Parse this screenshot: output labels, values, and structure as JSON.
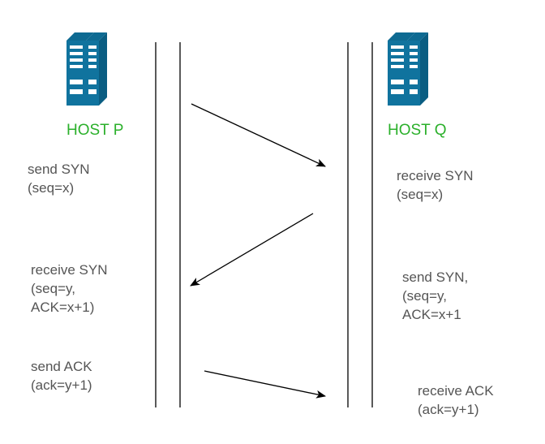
{
  "colors": {
    "host_label": "#2bb02b",
    "server_blue": "#10739e",
    "server_light": "#ffffff",
    "line": "#000000",
    "text": "#555555"
  },
  "hosts": {
    "p": {
      "label": "HOST P",
      "icon": "server-icon"
    },
    "q": {
      "label": "HOST Q",
      "icon": "server-icon"
    }
  },
  "steps": {
    "p_send_syn": {
      "lines": [
        "send SYN",
        "(seq=x)"
      ]
    },
    "q_receive_syn": {
      "lines": [
        "receive SYN",
        "(seq=x)"
      ]
    },
    "p_receive_syn": {
      "lines": [
        "receive SYN",
        "(seq=y,",
        "ACK=x+1)"
      ]
    },
    "q_send_syn": {
      "lines": [
        "send SYN,",
        "(seq=y,",
        "ACK=x+1"
      ]
    },
    "p_send_ack": {
      "lines": [
        "send ACK",
        "(ack=y+1)"
      ]
    },
    "q_receive_ack": {
      "lines": [
        "receive ACK",
        "(ack=y+1)"
      ]
    }
  }
}
